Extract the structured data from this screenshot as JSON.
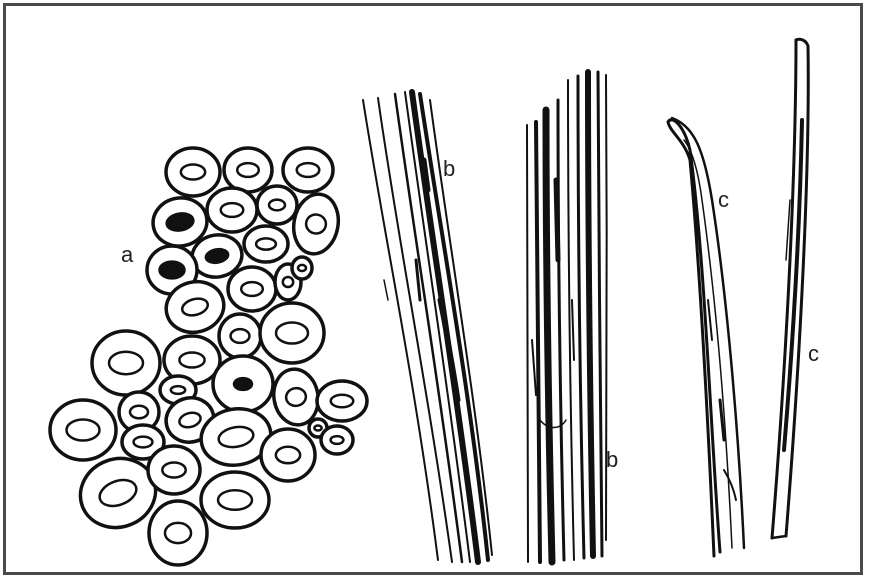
{
  "colors": {
    "ink": "#111111",
    "frame": "#4a4a4a",
    "background": "#ffffff"
  },
  "labels": {
    "a": "a",
    "b_top": "b",
    "b_bottom": "b",
    "c_left": "c",
    "c_right": "c"
  }
}
